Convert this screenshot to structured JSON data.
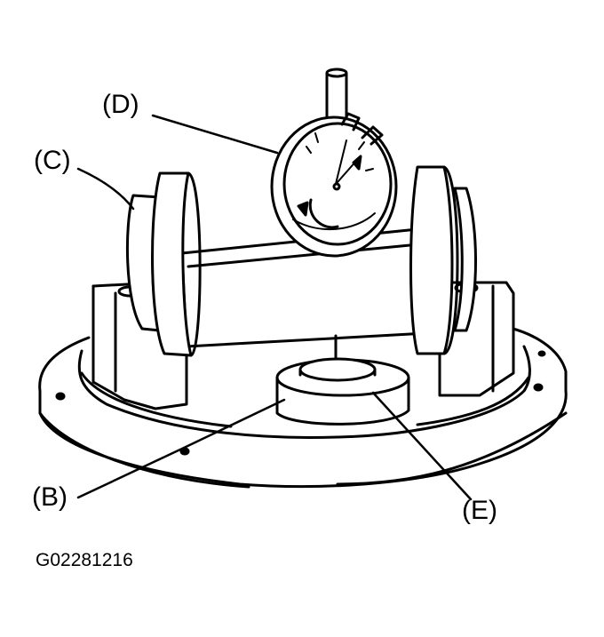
{
  "labels": {
    "b": "(B)",
    "c": "(C)",
    "d": "(D)",
    "e": "(E)"
  },
  "figure_id": "G02281216",
  "colors": {
    "ink": "#000000",
    "paper": "#ffffff"
  }
}
